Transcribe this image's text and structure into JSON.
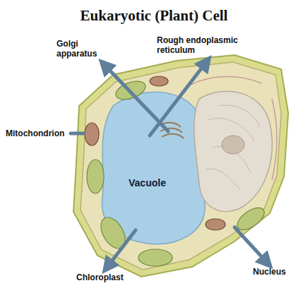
{
  "diagram": {
    "title": "Eukaryotic (Plant) Cell",
    "labels": [
      "Golgi apparatus",
      "Rough endoplasmic reticulum",
      "Mitochondrion",
      "Vacuole",
      "Chloroplast",
      "Nucleus"
    ]
  }
}
